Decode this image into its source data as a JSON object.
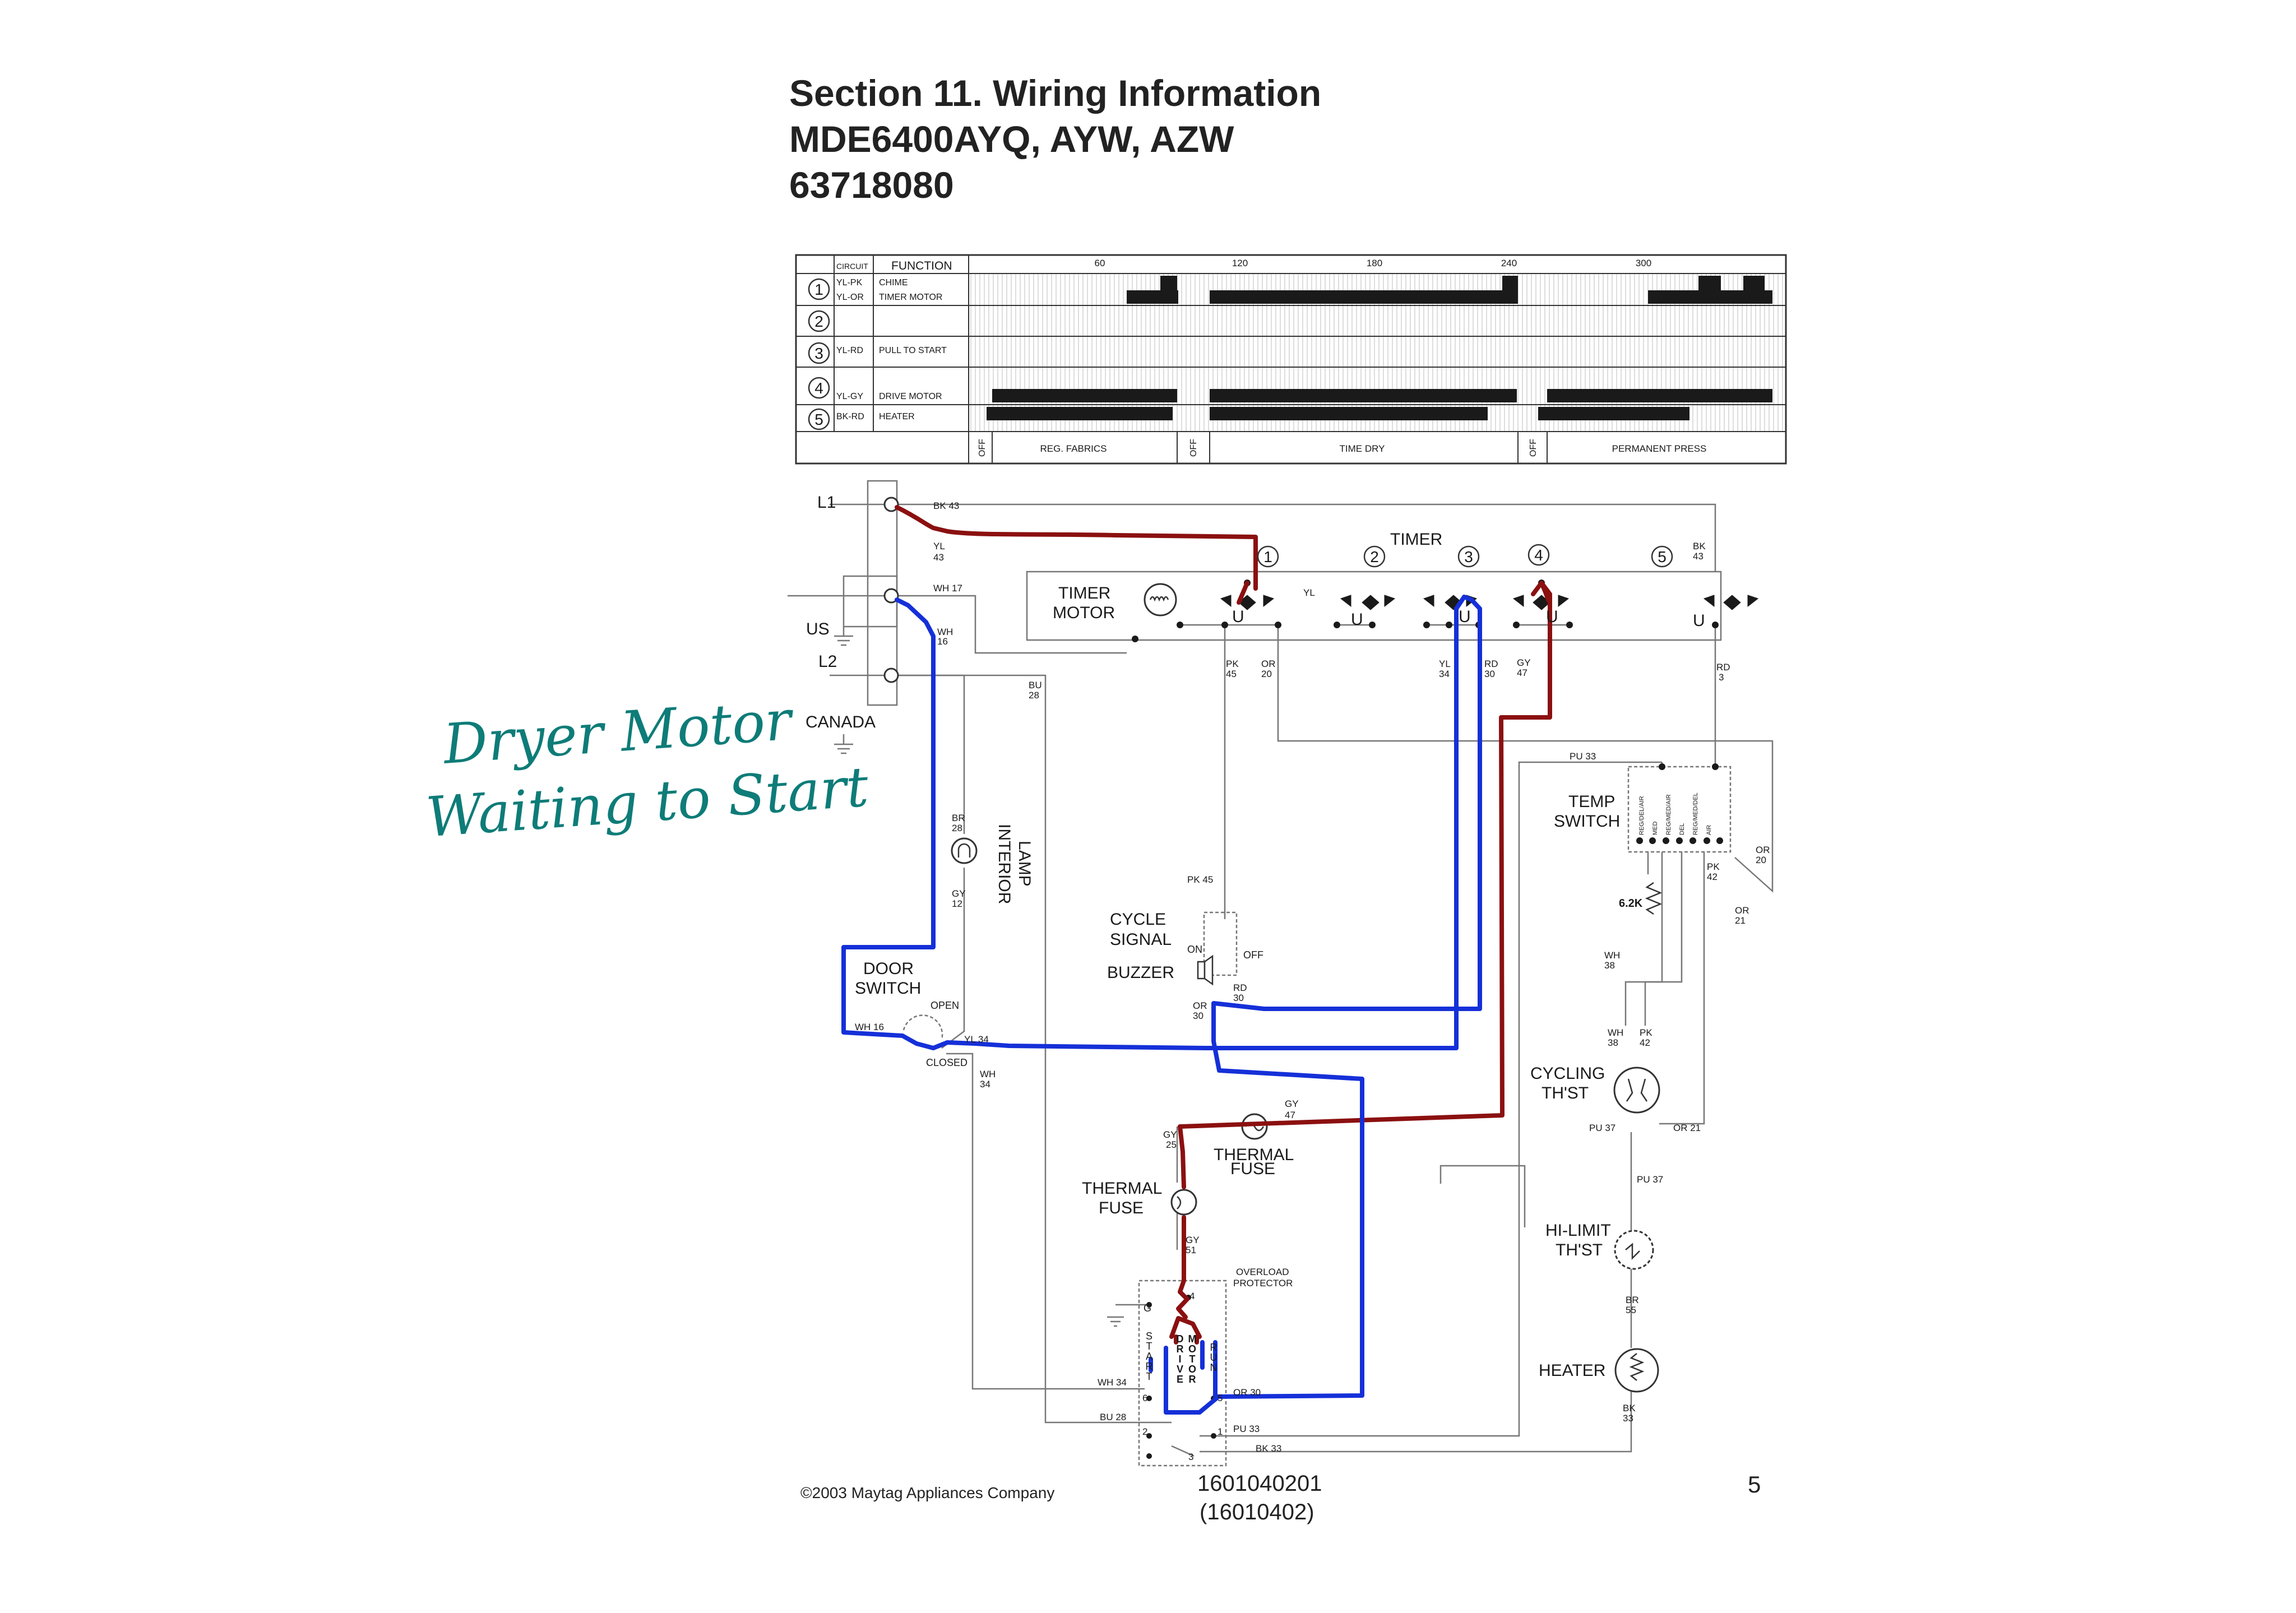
{
  "header": {
    "line1": "Section 11. Wiring Information",
    "line2": "MDE6400AYQ, AYW, AZW",
    "line3": "63718080"
  },
  "handwritten_note": {
    "line1": "Dryer Motor",
    "line2": "Waiting to Start",
    "color": "#0e7c78"
  },
  "timer_chart": {
    "col_circuit": "CIRCUIT",
    "col_function": "FUNCTION",
    "scale_ticks": [
      "60",
      "120",
      "180",
      "240",
      "300"
    ],
    "rows": [
      {
        "num": "1",
        "circuit": "YL-PK",
        "function": "CHIME"
      },
      {
        "num": "",
        "circuit": "YL-OR",
        "function": "TIMER MOTOR"
      },
      {
        "num": "2",
        "circuit": "",
        "function": ""
      },
      {
        "num": "3",
        "circuit": "YL-RD",
        "function": "PULL TO START"
      },
      {
        "num": "4",
        "circuit": "YL-GY",
        "function": "DRIVE MOTOR"
      },
      {
        "num": "5",
        "circuit": "BK-RD",
        "function": "HEATER"
      }
    ],
    "cycles": [
      "OFF",
      "REG. FABRICS",
      "OFF",
      "TIME DRY",
      "OFF",
      "PERMANENT PRESS"
    ]
  },
  "components": {
    "l1": "L1",
    "l2": "L2",
    "us": "US",
    "canada": "CANADA",
    "timer": "TIMER",
    "timer_motor_1": "TIMER",
    "timer_motor_2": "MOTOR",
    "interior_lamp_1": "INTERIOR",
    "interior_lamp_2": "LAMP",
    "door_switch_1": "DOOR",
    "door_switch_2": "SWITCH",
    "open": "OPEN",
    "closed": "CLOSED",
    "cycle_signal_1": "CYCLE",
    "cycle_signal_2": "SIGNAL",
    "buzzer": "BUZZER",
    "on": "ON",
    "off": "OFF",
    "temp_switch_1": "TEMP",
    "temp_switch_2": "SWITCH",
    "resistor": "6.2K",
    "cycling_thst_1": "CYCLING",
    "cycling_thst_2": "TH'ST",
    "hilimit_1": "HI-LIMIT",
    "hilimit_2": "TH'ST",
    "heater": "HEATER",
    "thermal_fuse_a_1": "THERMAL",
    "thermal_fuse_a_2": "FUSE",
    "thermal_fuse_b_1": "THERMAL",
    "thermal_fuse_b_2": "FUSE",
    "overload_1": "OVERLOAD",
    "overload_2": "PROTECTOR",
    "u": "U",
    "ground_g": "G"
  },
  "motor_labels": {
    "start": [
      "S",
      "T",
      "A",
      "R",
      "T"
    ],
    "drive": [
      "D",
      "R",
      "I",
      "V",
      "E"
    ],
    "motor": [
      "M",
      "O",
      "T",
      "O",
      "R"
    ],
    "run": [
      "R",
      "U",
      "N"
    ]
  },
  "timer_switch_numbers": [
    "1",
    "2",
    "3",
    "4",
    "5"
  ],
  "wire_labels": [
    {
      "id": "bk43a",
      "text": "BK 43"
    },
    {
      "id": "yl43a",
      "text": "YL"
    },
    {
      "id": "yl43b",
      "text": "43"
    },
    {
      "id": "wh17",
      "text": "WH 17"
    },
    {
      "id": "wh16a",
      "text": "WH"
    },
    {
      "id": "wh16b",
      "text": "16"
    },
    {
      "id": "bu28a",
      "text": "BU"
    },
    {
      "id": "bu28b",
      "text": "28"
    },
    {
      "id": "br28a",
      "text": "BR"
    },
    {
      "id": "br28b",
      "text": "28"
    },
    {
      "id": "gy12a",
      "text": "GY"
    },
    {
      "id": "gy12b",
      "text": "12"
    },
    {
      "id": "yl_top",
      "text": "YL"
    },
    {
      "id": "bk43r_a",
      "text": "BK"
    },
    {
      "id": "bk43r_b",
      "text": "43"
    },
    {
      "id": "pk45a",
      "text": "PK"
    },
    {
      "id": "pk45b",
      "text": "45"
    },
    {
      "id": "or20a",
      "text": "OR"
    },
    {
      "id": "or20b",
      "text": "20"
    },
    {
      "id": "yl34a",
      "text": "YL"
    },
    {
      "id": "yl34b",
      "text": "34"
    },
    {
      "id": "rd30a",
      "text": "RD"
    },
    {
      "id": "rd30b",
      "text": "30"
    },
    {
      "id": "gy47a",
      "text": "GY"
    },
    {
      "id": "gy47b",
      "text": "47"
    },
    {
      "id": "rd3a",
      "text": "RD"
    },
    {
      "id": "rd3b",
      "text": "3"
    },
    {
      "id": "pu33a",
      "text": "PU 33"
    },
    {
      "id": "pk45c",
      "text": "PK 45"
    },
    {
      "id": "rd30c",
      "text": "RD"
    },
    {
      "id": "rd30d",
      "text": "30"
    },
    {
      "id": "or30a",
      "text": "OR"
    },
    {
      "id": "or30b",
      "text": "30"
    },
    {
      "id": "wh16c",
      "text": "WH 16"
    },
    {
      "id": "yl34c",
      "text": "YL 34"
    },
    {
      "id": "wh34a",
      "text": "WH"
    },
    {
      "id": "wh34b",
      "text": "34"
    },
    {
      "id": "gy47c",
      "text": "GY"
    },
    {
      "id": "gy47d",
      "text": "47"
    },
    {
      "id": "gy25a",
      "text": "GY"
    },
    {
      "id": "gy25b",
      "text": "25"
    },
    {
      "id": "gy51a",
      "text": "GY"
    },
    {
      "id": "gy51b",
      "text": "51"
    },
    {
      "id": "wh34c",
      "text": "WH 34"
    },
    {
      "id": "or30c",
      "text": "OR 30"
    },
    {
      "id": "bu28c",
      "text": "BU 28"
    },
    {
      "id": "pu33b",
      "text": "PU 33"
    },
    {
      "id": "bk33a",
      "text": "BK 33"
    },
    {
      "id": "or20c",
      "text": "OR"
    },
    {
      "id": "or20d",
      "text": "20"
    },
    {
      "id": "pk42a",
      "text": "PK"
    },
    {
      "id": "pk42b",
      "text": "42"
    },
    {
      "id": "or21a",
      "text": "OR"
    },
    {
      "id": "or21b",
      "text": "21"
    },
    {
      "id": "wh38a",
      "text": "WH"
    },
    {
      "id": "wh38b",
      "text": "38"
    },
    {
      "id": "wh38c",
      "text": "WH"
    },
    {
      "id": "wh38d",
      "text": "38"
    },
    {
      "id": "pk42c",
      "text": "PK"
    },
    {
      "id": "pk42d",
      "text": "42"
    },
    {
      "id": "pu37a",
      "text": "PU 37"
    },
    {
      "id": "or21c",
      "text": "OR 21"
    },
    {
      "id": "pu37b",
      "text": "PU 37"
    },
    {
      "id": "br55a",
      "text": "BR"
    },
    {
      "id": "br55b",
      "text": "55"
    },
    {
      "id": "bk33b",
      "text": "BK"
    },
    {
      "id": "bk33c",
      "text": "33"
    },
    {
      "id": "term4",
      "text": "4"
    },
    {
      "id": "term6",
      "text": "6"
    },
    {
      "id": "term5",
      "text": "5"
    },
    {
      "id": "term2",
      "text": "2"
    },
    {
      "id": "term1",
      "text": "1"
    },
    {
      "id": "term3",
      "text": "3"
    }
  ],
  "temp_switch_settings": [
    "REG/DEL/AIR",
    "MED",
    "REG/MED/AIR",
    "DEL",
    "REG/MED/DEL",
    "AIR"
  ],
  "highlight_colors": {
    "energized": "#8b1010",
    "neutral": "#1530d8"
  },
  "footer": {
    "copyright": "©2003 Maytag Appliances Company",
    "part1": "1601040201",
    "part2": "(16010402)",
    "page": "5"
  }
}
